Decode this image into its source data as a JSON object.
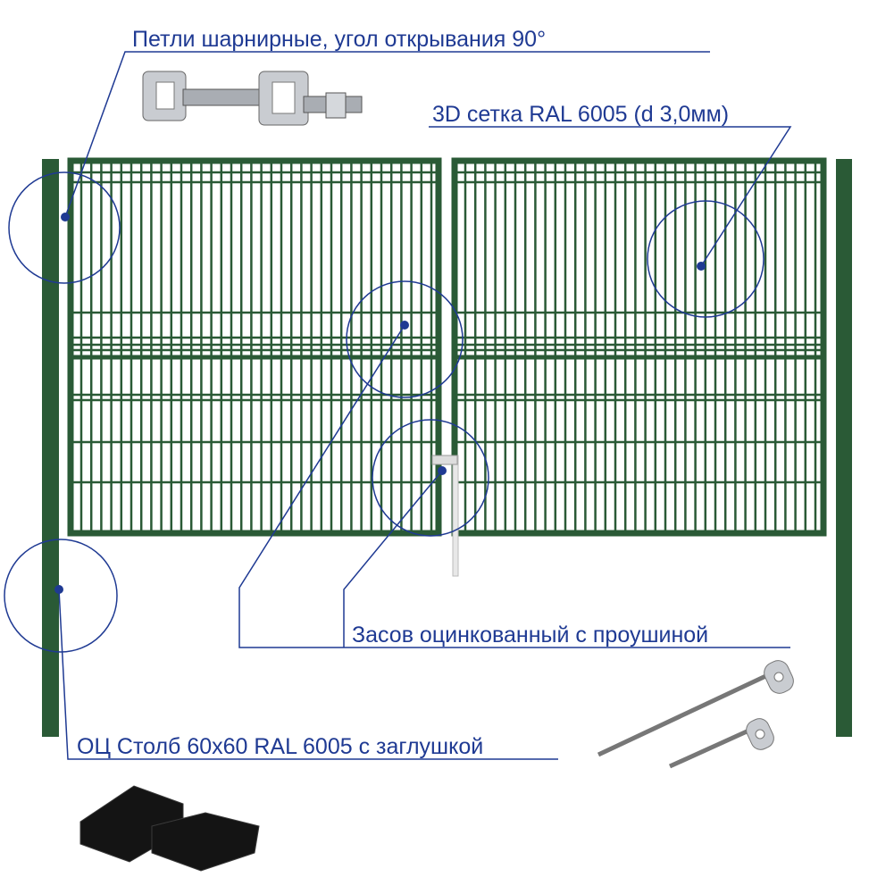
{
  "labels": {
    "hinges": "Петли шарнирные, угол открывания 90°",
    "mesh": "3D сетка RAL 6005 (d 3,0мм)",
    "latch": "Засов оцинкованный с проушиной",
    "post": "ОЦ Столб 60x60 RAL 6005 с заглушкой"
  },
  "colors": {
    "gate_green": "#2a5a36",
    "annotation_navy": "#1f3a93",
    "metal": "#b8bcc2",
    "cap_black": "#141414"
  }
}
